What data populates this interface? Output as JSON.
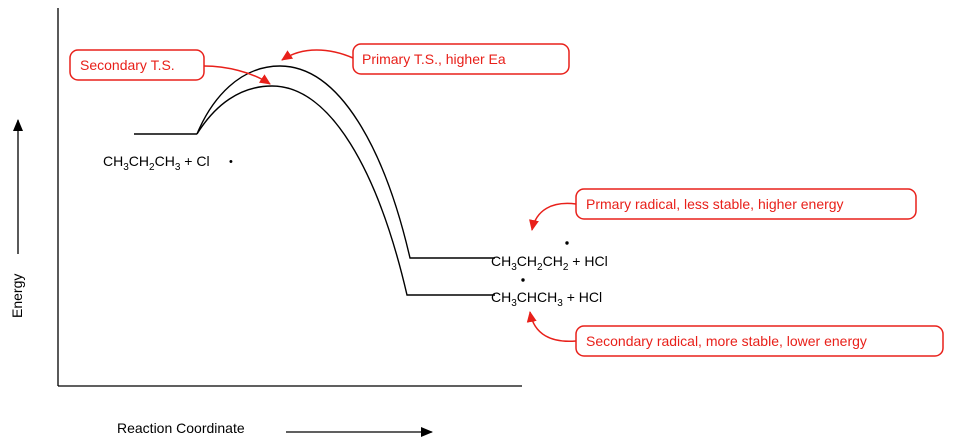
{
  "axes": {
    "ylabel": "Energy",
    "xlabel": "Reaction Coordinate"
  },
  "species": {
    "reactant": {
      "parts": [
        [
          "CH",
          ""
        ],
        [
          "3",
          "sub"
        ],
        [
          "CH",
          ""
        ],
        [
          "2",
          "sub"
        ],
        [
          "CH",
          ""
        ],
        [
          "3",
          "sub"
        ],
        [
          " + Cl",
          ""
        ]
      ],
      "radical_dot": "•"
    },
    "primary_product": {
      "parts": [
        [
          "CH",
          ""
        ],
        [
          "3",
          "sub"
        ],
        [
          "CH",
          ""
        ],
        [
          "2",
          "sub"
        ],
        [
          "CH",
          ""
        ],
        [
          "2",
          "sub"
        ],
        [
          " + HCl",
          ""
        ]
      ]
    },
    "secondary_product": {
      "parts": [
        [
          "CH",
          ""
        ],
        [
          "3",
          "sub"
        ],
        [
          "CHCH",
          ""
        ],
        [
          "3",
          "sub"
        ],
        [
          " + HCl",
          ""
        ]
      ]
    }
  },
  "callouts": {
    "secondary_ts": "Secondary T.S.",
    "primary_ts": "Primary T.S., higher Ea",
    "primary_radical": "Prmary radical, less stable, higher energy",
    "secondary_radical": "Secondary radical, more stable, lower energy"
  },
  "colors": {
    "annotation": "#e8201a",
    "curve": "#000000"
  }
}
